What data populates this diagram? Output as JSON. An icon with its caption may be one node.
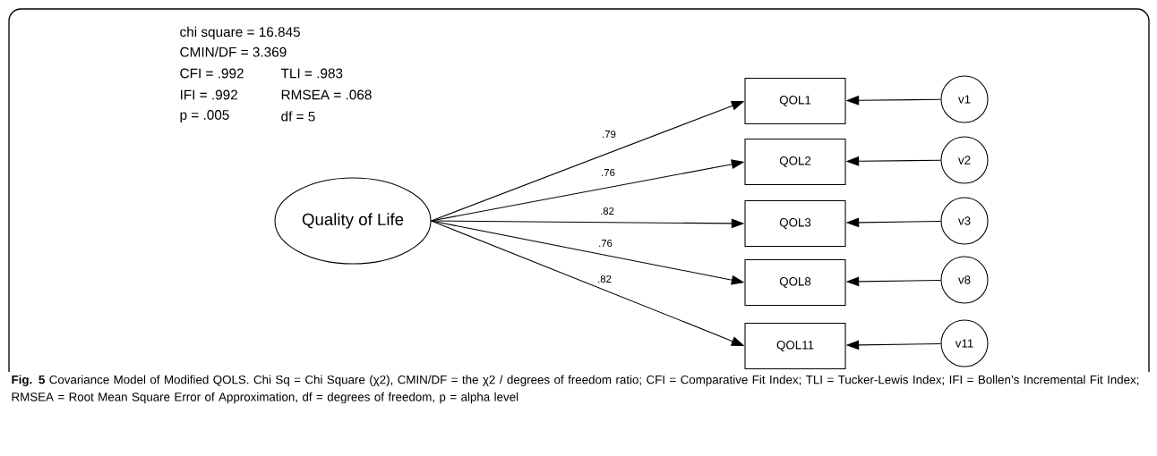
{
  "diagram": {
    "caption": "**Fig. 5** Covariance Model of Modified QOLS. Chi Sq = Chi Square (χ2), CMIN/DF = the χ2 / degrees of freedom ratio; CFI = Comparative Fit Index; TLI = Tucker-Lewis Index; IFI = Bollen’s Incremental Fit Index; RMSEA = Root Mean Square Error of Approximation, df = degrees of freedom, p = alpha level",
    "nodes": [
      {
        "text": [
          "Quality of Life"
        ]
      },
      {
        "text": [
          "QOL1"
        ]
      },
      {
        "text": [
          "QOL2"
        ]
      },
      {
        "text": [
          "QOL3"
        ]
      },
      {
        "text": [
          "QOL8"
        ]
      },
      {
        "text": [
          "QOL11"
        ]
      },
      {
        "text": [
          "v1"
        ]
      },
      {
        "text": [
          "v2"
        ]
      },
      {
        "text": [
          "v3"
        ]
      },
      {
        "text": [
          "v8"
        ]
      },
      {
        "text": [
          "v11"
        ]
      }
    ],
    "edges": [
      {
        "from": 0,
        "to": 1,
        "arrow": "to",
        "label": ".79"
      },
      {
        "from": 0,
        "to": 2,
        "arrow": "to",
        "label": ".76"
      },
      {
        "from": 0,
        "to": 3,
        "arrow": "to",
        "label": ".82"
      },
      {
        "from": 0,
        "to": 4,
        "arrow": "to",
        "label": ".76"
      },
      {
        "from": 0,
        "to": 5,
        "arrow": "to",
        "label": ".82"
      },
      {
        "from": 6,
        "to": 1,
        "arrow": "to"
      },
      {
        "from": 7,
        "to": 2,
        "arrow": "to"
      },
      {
        "from": 8,
        "to": 3,
        "arrow": "to"
      },
      {
        "from": 9,
        "to": 4,
        "arrow": "to"
      },
      {
        "from": 10,
        "to": 5,
        "arrow": "to"
      }
    ],
    "labels": [
      "chi square = 16.845",
      "CMIN/DF =  3.369",
      "CFI = .992",
      "TLI = .983",
      "IFI = .992",
      "RMSEA = .068",
      "p = .005",
      "df = 5"
    ]
  }
}
